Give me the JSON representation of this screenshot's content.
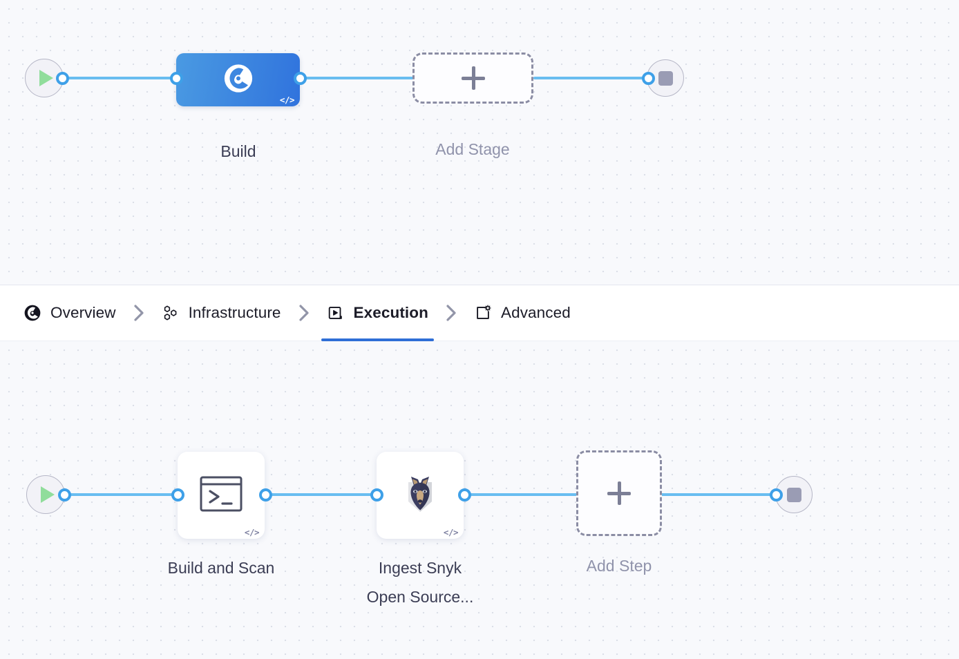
{
  "tabs": [
    {
      "id": "overview",
      "label": "Overview",
      "icon": "build-circle-icon",
      "active": false
    },
    {
      "id": "infrastructure",
      "label": "Infrastructure",
      "icon": "hexagons-icon",
      "active": false
    },
    {
      "id": "execution",
      "label": "Execution",
      "icon": "play-box-icon",
      "active": true
    },
    {
      "id": "advanced",
      "label": "Advanced",
      "icon": "bracket-gear-icon",
      "active": false
    }
  ],
  "colors": {
    "accent_blue": "#2f6ed6",
    "node_blue_start": "#4a9ae2",
    "node_blue_end": "#3073dd",
    "edge_blue": "#69bdf0",
    "port_blue": "#3ea0e8",
    "canvas_bg": "#f8f9fc",
    "grid_dot": "#dcdfe8",
    "dashed_border": "#8b8da4",
    "label_text": "#3b3d54",
    "label_muted": "#9093ab",
    "play_green": "#90dd9b",
    "stop_gray": "#9a9cb4"
  },
  "stage_graph": {
    "start_node": {
      "name": "pipeline-start",
      "icon": "play-icon"
    },
    "end_node": {
      "name": "pipeline-end",
      "icon": "stop-icon"
    },
    "nodes": [
      {
        "id": "build",
        "label": "Build",
        "icon": "build-circle-icon",
        "badge": "</>",
        "selected": true
      },
      {
        "id": "add-stage",
        "label": "Add Stage",
        "icon": "plus-icon",
        "type": "add"
      }
    ]
  },
  "step_graph": {
    "start_node": {
      "name": "execution-start",
      "icon": "play-icon"
    },
    "end_node": {
      "name": "execution-end",
      "icon": "stop-icon"
    },
    "nodes": [
      {
        "id": "build-and-scan",
        "label": "Build and Scan",
        "icon": "terminal-icon",
        "badge": "</>"
      },
      {
        "id": "ingest-snyk",
        "label": "Ingest Snyk\nOpen Source...",
        "icon": "snyk-dog-icon",
        "badge": "</>"
      },
      {
        "id": "add-step",
        "label": "Add Step",
        "icon": "plus-icon",
        "type": "add"
      }
    ]
  }
}
